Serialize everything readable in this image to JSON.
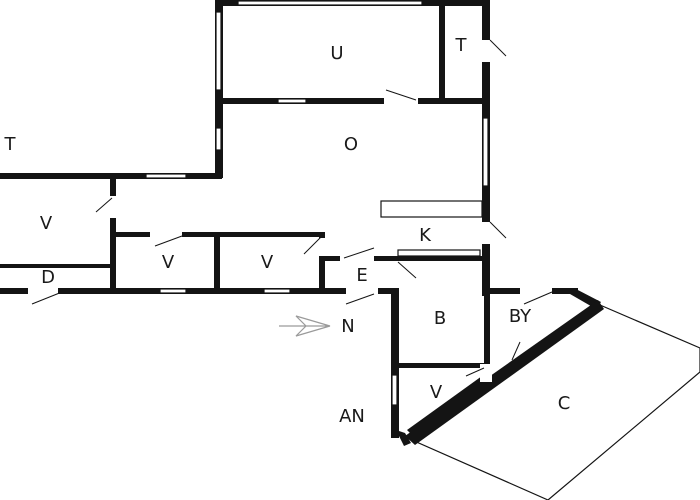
{
  "rooms": {
    "u": "U",
    "t_top": "T",
    "t_left": "T",
    "o": "O",
    "v_left": "V",
    "d": "D",
    "v_mid1": "V",
    "v_mid2": "V",
    "k": "K",
    "e": "E",
    "b": "B",
    "by": "BY",
    "v_lower": "V",
    "c": "C",
    "an": "AN"
  },
  "compass": {
    "label": "N"
  },
  "colors": {
    "wall": "#141414",
    "background": "#ffffff",
    "compass": "#9a9a9a"
  }
}
